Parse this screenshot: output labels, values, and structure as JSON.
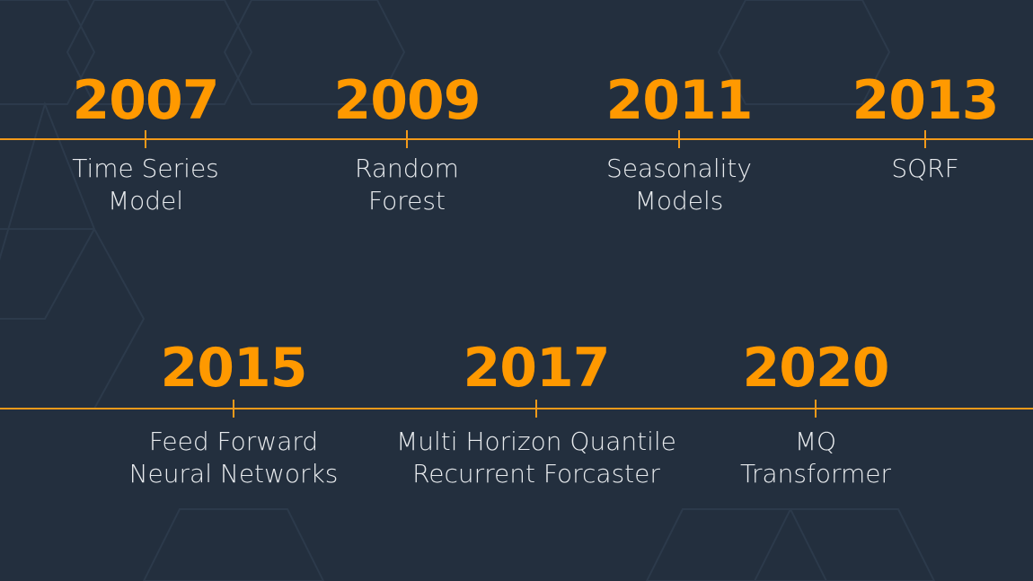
{
  "colors": {
    "background": "#232f3e",
    "accent": "#ff9900",
    "line": "#f29a1a",
    "text": "#e8ebee"
  },
  "timeline": {
    "row1": [
      {
        "year": "2007",
        "label_line1": "Time Series",
        "label_line2": "Model"
      },
      {
        "year": "2009",
        "label_line1": "Random",
        "label_line2": "Forest"
      },
      {
        "year": "2011",
        "label_line1": "Seasonality",
        "label_line2": "Models"
      },
      {
        "year": "2013",
        "label_line1": "SQRF",
        "label_line2": ""
      }
    ],
    "row2": [
      {
        "year": "2015",
        "label_line1": "Feed Forward",
        "label_line2": "Neural Networks"
      },
      {
        "year": "2017",
        "label_line1": "Multi Horizon Quantile",
        "label_line2": "Recurrent Forcaster"
      },
      {
        "year": "2020",
        "label_line1": "MQ",
        "label_line2": "Transformer"
      }
    ]
  }
}
